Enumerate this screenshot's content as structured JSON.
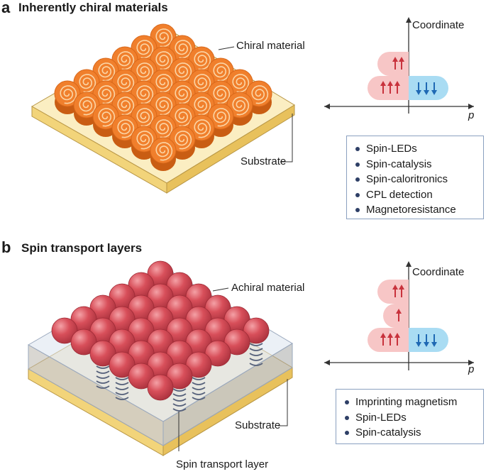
{
  "panel_a": {
    "letter": "a",
    "title": "Inherently chiral materials",
    "material_label": "Chiral material",
    "substrate_label": "Substrate",
    "axis_y_label": "Coordinate",
    "axis_x_label": "p",
    "applications": [
      "Spin-LEDs",
      "Spin-catalysis",
      "Spin-caloritronics",
      "CPL detection",
      "Magnetoresistance"
    ]
  },
  "panel_b": {
    "letter": "b",
    "title": "Spin transport layers",
    "material_label": "Achiral material",
    "substrate_label": "Substrate",
    "layer_label": "Spin transport layer",
    "axis_y_label": "Coordinate",
    "axis_x_label": "p",
    "applications": [
      "Imprinting magnetism",
      "Spin-LEDs",
      "Spin-catalysis"
    ]
  },
  "colors": {
    "orange": "#f07f2c",
    "red_sphere": "#d84f5a",
    "substrate_yellow": "#f7dc8c",
    "spin_up_fill": "#f7c6c6",
    "spin_down_fill": "#a9dcf3",
    "up_arrow": "#c8323c",
    "down_arrow": "#1f69b4",
    "box_border": "#8aa0c0"
  }
}
